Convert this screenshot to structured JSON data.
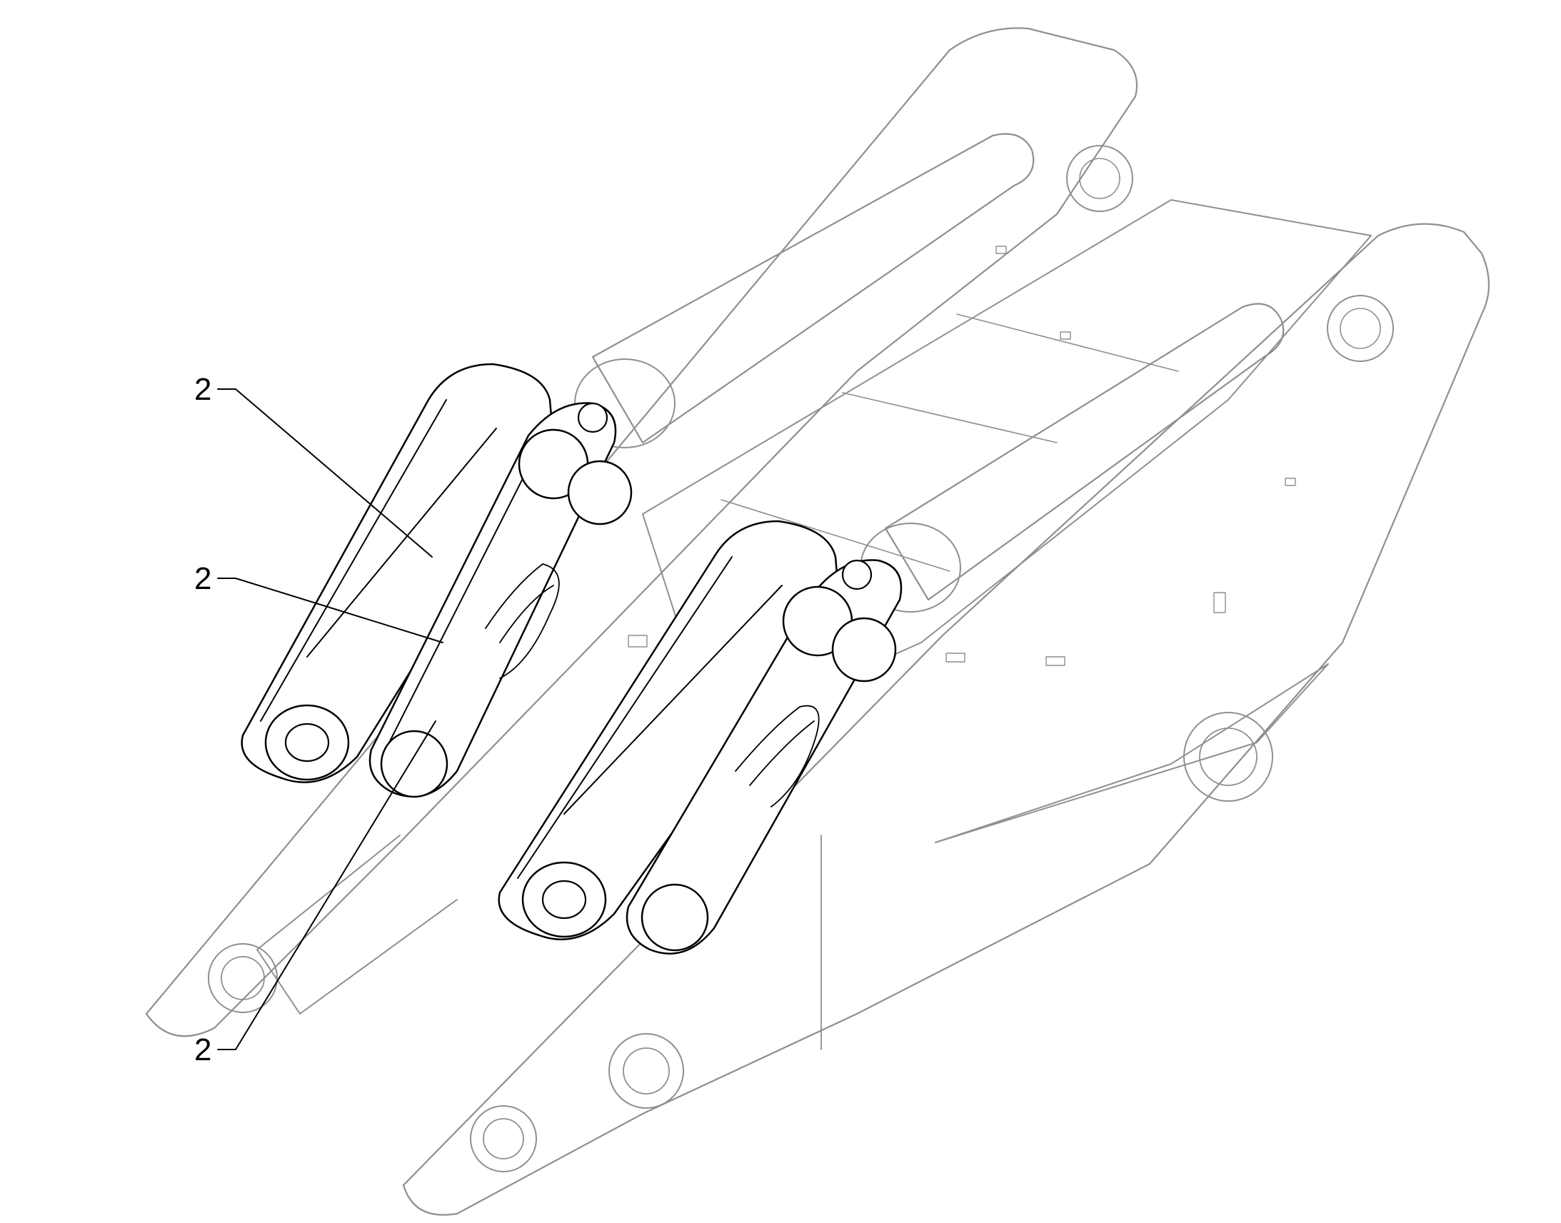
{
  "figure": {
    "background": "#ffffff",
    "line_color": "#000000",
    "faint_line_color": "#8f8f8f"
  },
  "callouts": [
    {
      "id": "upper",
      "label": "2"
    },
    {
      "id": "middle",
      "label": "2"
    },
    {
      "id": "lower",
      "label": "2"
    }
  ]
}
